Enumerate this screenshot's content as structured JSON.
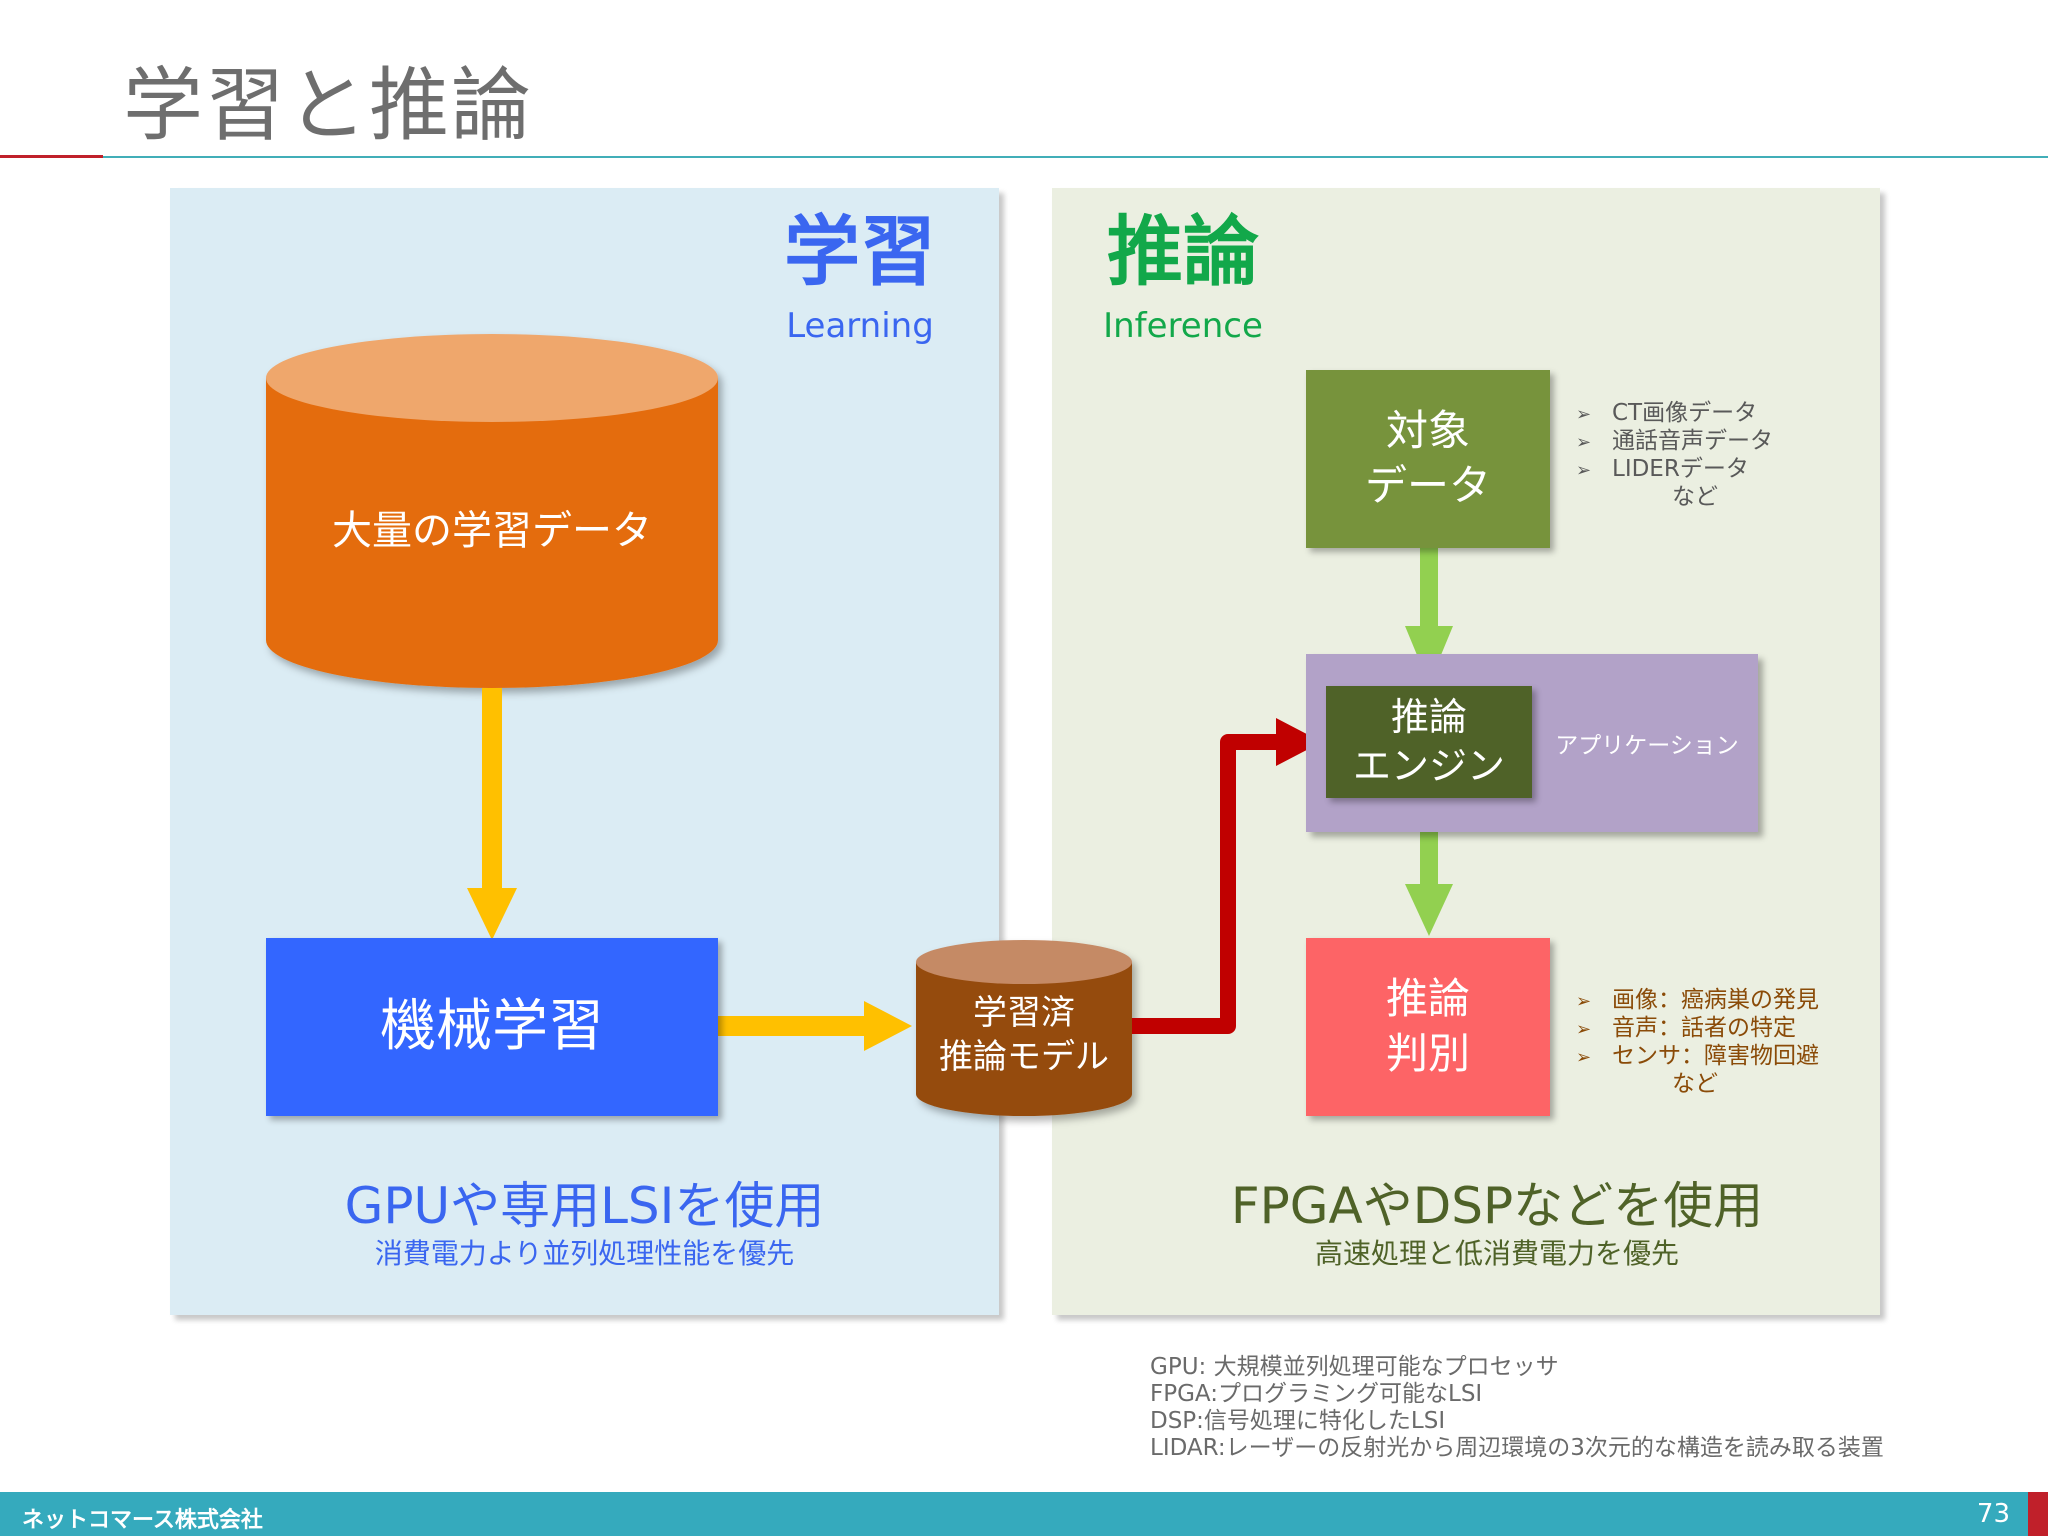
{
  "slide": {
    "title": "学習と推論",
    "company": "ネットコマース株式会社",
    "page_number": "73"
  },
  "learning": {
    "heading": "学習",
    "subheading": "Learning",
    "data_store_label": "大量の学習データ",
    "ml_label": "機械学習",
    "hardware_title": "GPUや専用LSIを使用",
    "hardware_note": "消費電力より並列処理性能を優先"
  },
  "model": {
    "label": "学習済\n推論モデル"
  },
  "inference": {
    "heading": "推論",
    "subheading": "Inference",
    "target_label": "対象\nデータ",
    "target_bullets": [
      "CT画像データ",
      "通話音声データ",
      "LIDERデータ"
    ],
    "target_bullets_tail": "など",
    "engine_label": "推論\nエンジン",
    "application_label": "アプリケーション",
    "judge_label": "推論\n判別",
    "judge_bullets": [
      "画像：癌病巣の発見",
      "音声：話者の特定",
      "センサ：障害物回避"
    ],
    "judge_bullets_tail": "など",
    "hardware_title": "FPGAやDSPなどを使用",
    "hardware_note": "高速処理と低消費電力を優先"
  },
  "notes": [
    "GPU: 大規模並列処理可能なプロセッサ",
    "FPGA:プログラミング可能なLSI",
    "DSP:信号処理に特化したLSI",
    "LIDAR:レーザーの反射光から周辺環境の3次元的な構造を読み取る装置"
  ],
  "colors": {
    "learning_accent": "#3a66f0",
    "inference_accent": "#12a84a",
    "data_cylinder": "#e46c0e",
    "ml_box": "#3366ff",
    "model_cylinder": "#954b0f",
    "target_box": "#77933c",
    "engine_box": "#4f6228",
    "application_box": "#b2a2c8",
    "judge_box": "#fd6466",
    "yellow_arrow": "#ffc000",
    "green_arrow": "#92d050",
    "red_arrow": "#c00000",
    "bullet_text_target": "#595959",
    "bullet_text_judge": "#8a4b08",
    "inference_hw_text": "#4f6228"
  }
}
